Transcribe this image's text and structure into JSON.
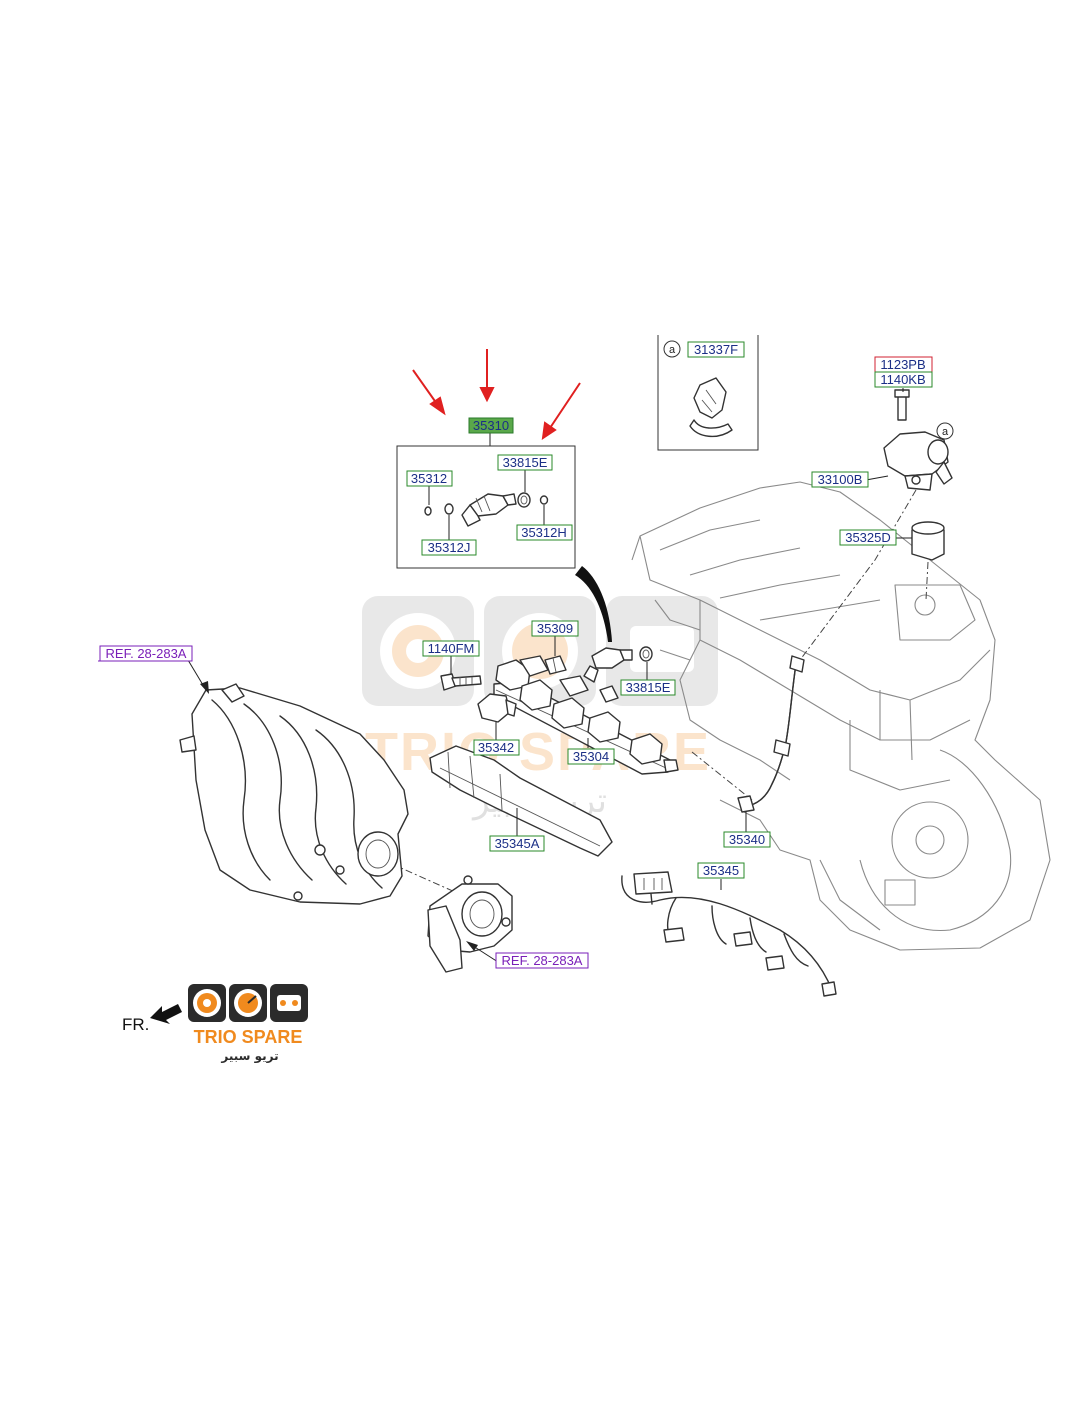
{
  "labels": {
    "p35310": "35310",
    "p35312": "35312",
    "p33815E_top": "33815E",
    "p35312H": "35312H",
    "p35312J": "35312J",
    "p31337F": "31337F",
    "p1123PB": "1123PB",
    "p1140KB": "1140KB",
    "p33100B": "33100B",
    "p35325D": "35325D",
    "p35309": "35309",
    "p1140FM": "1140FM",
    "p33815E_mid": "33815E",
    "p35342": "35342",
    "p35304": "35304",
    "p35345A": "35345A",
    "p35340": "35340",
    "p35345": "35345",
    "ref_top": "REF. 28-283A",
    "ref_bottom": "REF. 28-283A",
    "callout_a_inset": "a",
    "callout_a_pump": "a",
    "front_label": "FR."
  },
  "logo": {
    "brand": "TRIO SPARE",
    "brand_arabic": "تريو سبير",
    "watermark": "TRIO SPARE",
    "watermark_arabic": "تريو سبير"
  },
  "colors": {
    "highlight_fill": "#5aa84a",
    "arrow_red": "#e02020",
    "label_border": "#2a8a2a",
    "label_text": "#1b2f86",
    "ref_text": "#7a1fb8",
    "ref_border": "#7a1fb8",
    "red_label_border": "#d02030",
    "logo_dark": "#2b2b2b",
    "logo_orange": "#f08a1e"
  }
}
